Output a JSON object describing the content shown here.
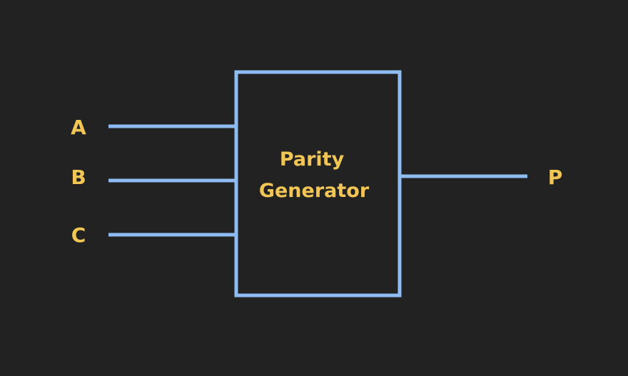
{
  "diagram": {
    "block": {
      "line1": "Parity",
      "line2": "Generator"
    },
    "inputs": [
      {
        "label": "A"
      },
      {
        "label": "B"
      },
      {
        "label": "C"
      }
    ],
    "output": {
      "label": "P"
    },
    "colors": {
      "background": "#222222",
      "wire": "#8fbcf2",
      "text": "#f2c654"
    }
  }
}
